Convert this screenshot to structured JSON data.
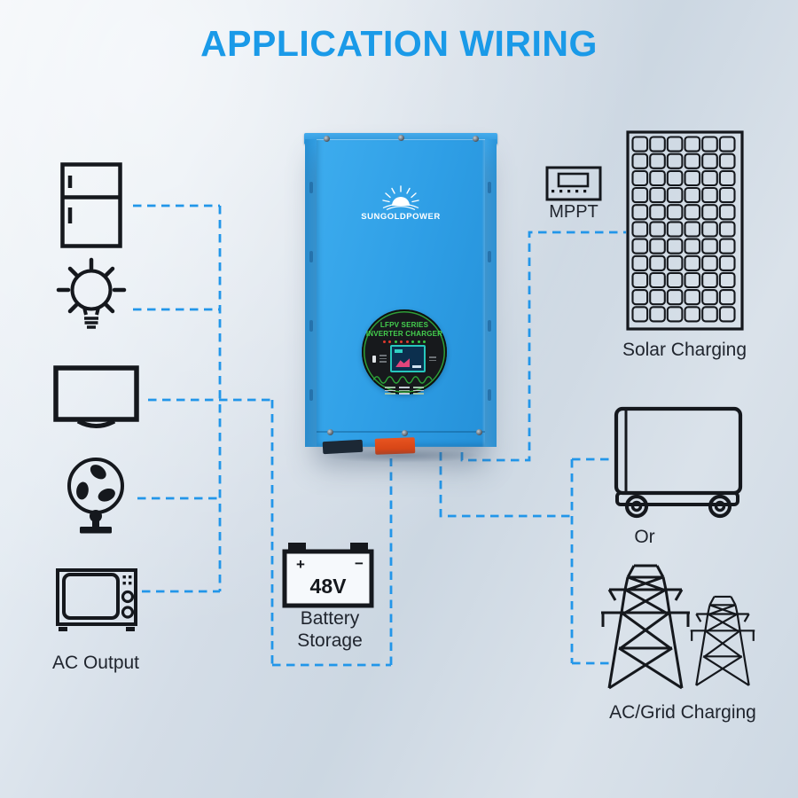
{
  "title": "APPLICATION WIRING",
  "colors": {
    "accent_title": "#1a9ae8",
    "wire_blue": "#2296e9",
    "stroke_dark": "#15181d",
    "inverter_blue": "#2f9fe6",
    "connector_red": "#e04818",
    "connector_black": "#1c2835",
    "display_green": "#45d14f"
  },
  "icons": {
    "appliances": [
      "refrigerator-icon",
      "light-bulb-icon",
      "tv-icon",
      "fan-icon",
      "microwave-icon"
    ],
    "controller": "mppt-controller-icon",
    "solar": "solar-panel-icon",
    "generator": "generator-trailer-icon",
    "grid": "transmission-towers-icon",
    "battery": "battery-icon",
    "brand_logo": "sun-logo-icon"
  },
  "inverter": {
    "brand": "SUNGOLDPOWER",
    "display": {
      "line1": "LFPV SERIES",
      "line2": "INVERTER CHARGER",
      "leds": [
        "#e03a2f",
        "#e03a2f",
        "#35c845",
        "#e03a2f",
        "#e03a2f",
        "#35c845",
        "#35c845",
        "#35c845"
      ]
    }
  },
  "ac_output": {
    "label": "AC Output"
  },
  "battery": {
    "plus": "+",
    "minus": "−",
    "voltage": "48V",
    "label_line1": "Battery",
    "label_line2": "Storage"
  },
  "solar": {
    "controller_label": "MPPT",
    "label": "Solar Charging"
  },
  "grid": {
    "or_label": "Or",
    "label": "AC/Grid Charging"
  }
}
